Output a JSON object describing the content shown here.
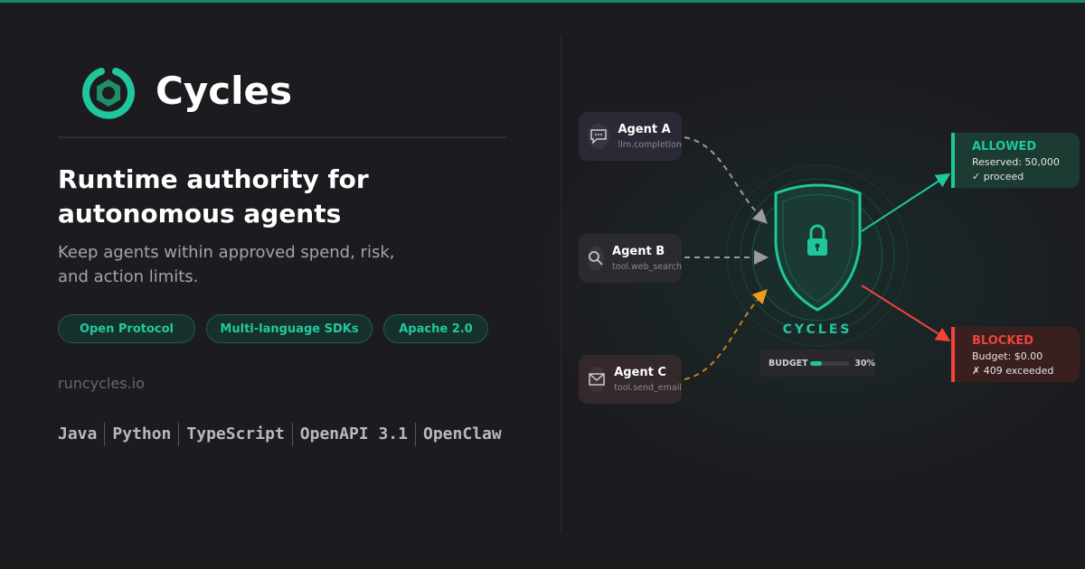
{
  "brand": {
    "name": "Cycles"
  },
  "headline": "Runtime authority for autonomous agents",
  "subheadline": "Keep agents within approved spend, risk, and action limits.",
  "badges": [
    "Open Protocol",
    "Multi-language SDKs",
    "Apache 2.0"
  ],
  "url": "runcycles.io",
  "languages": [
    "Java",
    "Python",
    "TypeScript",
    "OpenAPI 3.1",
    "OpenClaw"
  ],
  "diagram": {
    "agents": [
      {
        "title": "Agent A",
        "subtitle": "llm.completion",
        "icon": "chat-icon"
      },
      {
        "title": "Agent B",
        "subtitle": "tool.web_search",
        "icon": "search-icon"
      },
      {
        "title": "Agent C",
        "subtitle": "tool.send_email",
        "icon": "mail-icon"
      }
    ],
    "center_label": "CYCLES",
    "budget": {
      "label": "BUDGET",
      "percent_text": "30%",
      "fraction": 0.3
    },
    "allowed": {
      "title": "ALLOWED",
      "line1": "Reserved: 50,000",
      "line2": "✓ proceed"
    },
    "blocked": {
      "title": "BLOCKED",
      "line1": "Budget: $0.00",
      "line2": "✗ 409 exceeded"
    },
    "colors": {
      "accent": "#1fc79d",
      "blocked": "#f0433a",
      "warning": "#e8901a"
    }
  }
}
